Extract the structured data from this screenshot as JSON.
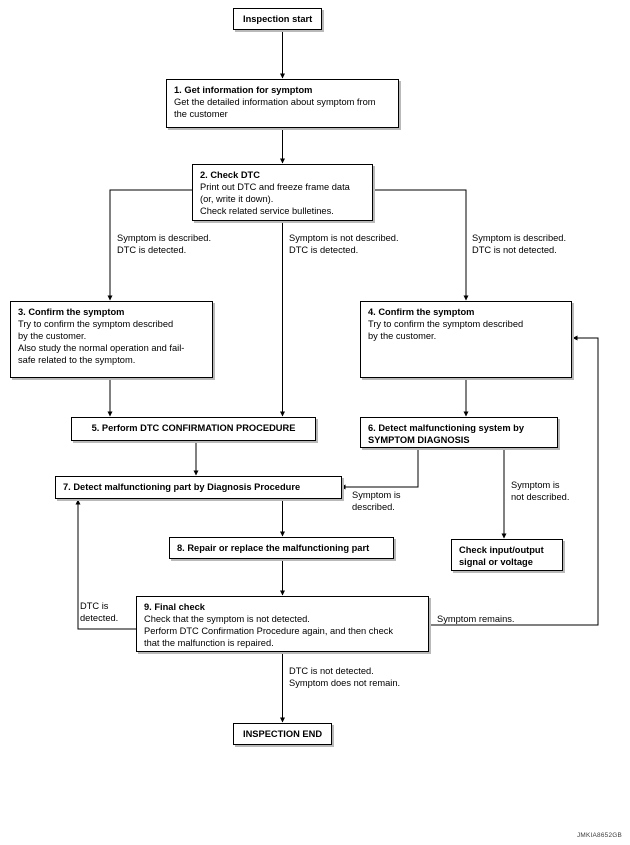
{
  "diagram": {
    "caption_code": "JMKIA8652GB",
    "nodes": {
      "start": {
        "label": "Inspection start"
      },
      "step1": {
        "title": "1. Get information for symptom",
        "body": "Get the detailed information about symptom from\nthe customer"
      },
      "step2": {
        "title": "2. Check DTC",
        "body": "Print out DTC and freeze frame data\n(or, write it down).\nCheck related service bulletines."
      },
      "step3": {
        "title": "3. Confirm the symptom",
        "body": "Try to confirm the symptom described\nby the customer.\nAlso study the normal operation and fail-\nsafe related to the symptom."
      },
      "step4": {
        "title": "4. Confirm the symptom",
        "body": "Try to confirm the symptom described\nby the customer."
      },
      "step5": {
        "title": "5. Perform DTC CONFIRMATION PROCEDURE"
      },
      "step6": {
        "title": "6. Detect malfunctioning system by\nSYMPTOM DIAGNOSIS"
      },
      "step7": {
        "title": "7. Detect malfunctioning part by Diagnosis Procedure"
      },
      "step8": {
        "title": "8. Repair or replace the malfunctioning part"
      },
      "step9": {
        "title": "9. Final check",
        "body": "Check that the symptom is not detected.\nPerform DTC Confirmation Procedure again, and then check\nthat the malfunction is repaired."
      },
      "check_io": {
        "title": "Check input/output\nsignal or voltage"
      },
      "end": {
        "label": "INSPECTION END"
      }
    },
    "edge_labels": {
      "branch_left": "Symptom is described.\nDTC is detected.",
      "branch_middle": "Symptom is not described.\nDTC is detected.",
      "branch_right": "Symptom is described.\nDTC is not detected.",
      "symptom_described": "Symptom is\ndescribed.",
      "symptom_not_described": "Symptom is\nnot described.",
      "dtc_detected": "DTC is\ndetected.",
      "symptom_remains": "Symptom remains.",
      "dtc_not_detected": "DTC is not detected.\nSymptom does not remain."
    }
  }
}
